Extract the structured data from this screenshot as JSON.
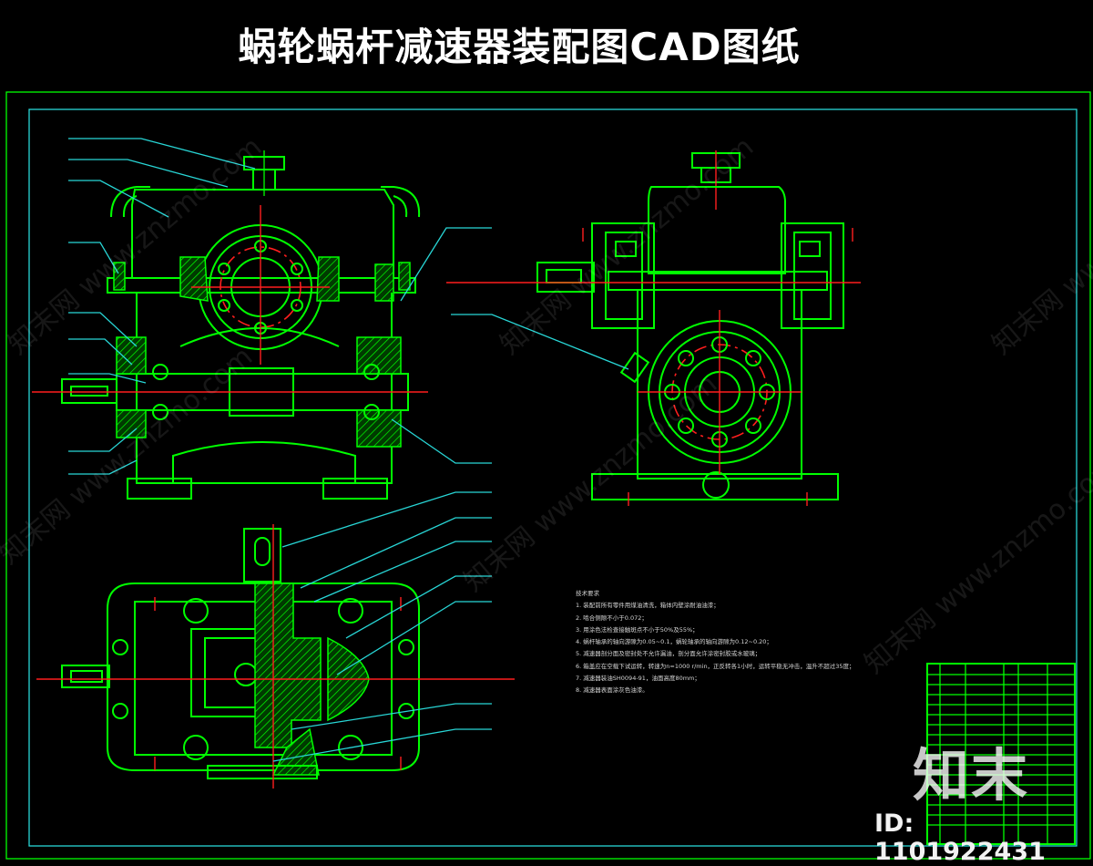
{
  "header": {
    "title": "蜗轮蜗杆减速器装配图CAD图纸"
  },
  "technical_notes": {
    "heading": "技术要求",
    "lines": [
      "1. 装配前所有零件用煤油清洗，箱体内壁涂耐油油漆；",
      "2. 啮合侧隙不小于0.072；",
      "3. 用涂色法检查接触斑点不小于50%及55%；",
      "4. 蜗杆轴承的轴向游隙为0.05~0.1，蜗轮轴承的轴向游隙为0.12~0.20；",
      "5. 减速器剖分面及密封处不允许漏油，剖分面允许涂密封胶或水玻璃；",
      "6. 箱盖应在空载下试运转，转速为n=1000 r/min，正反转各1小时，运转平稳无冲击，温升不超过35度；",
      "7. 减速器装油SH0094-91，油面高度80mm；",
      "8. 减速器表面涂灰色油漆。"
    ]
  },
  "parts_list": {
    "rows": 17
  },
  "watermark": {
    "text": "知末网 www.znzmo.com",
    "brand": "知末",
    "id_label": "ID: 1101922431"
  },
  "colors": {
    "background": "#000000",
    "outline": "#00ff00",
    "frame": "#28d6d6",
    "centerline": "#ff1e1e",
    "leader": "#e8e8e8"
  }
}
